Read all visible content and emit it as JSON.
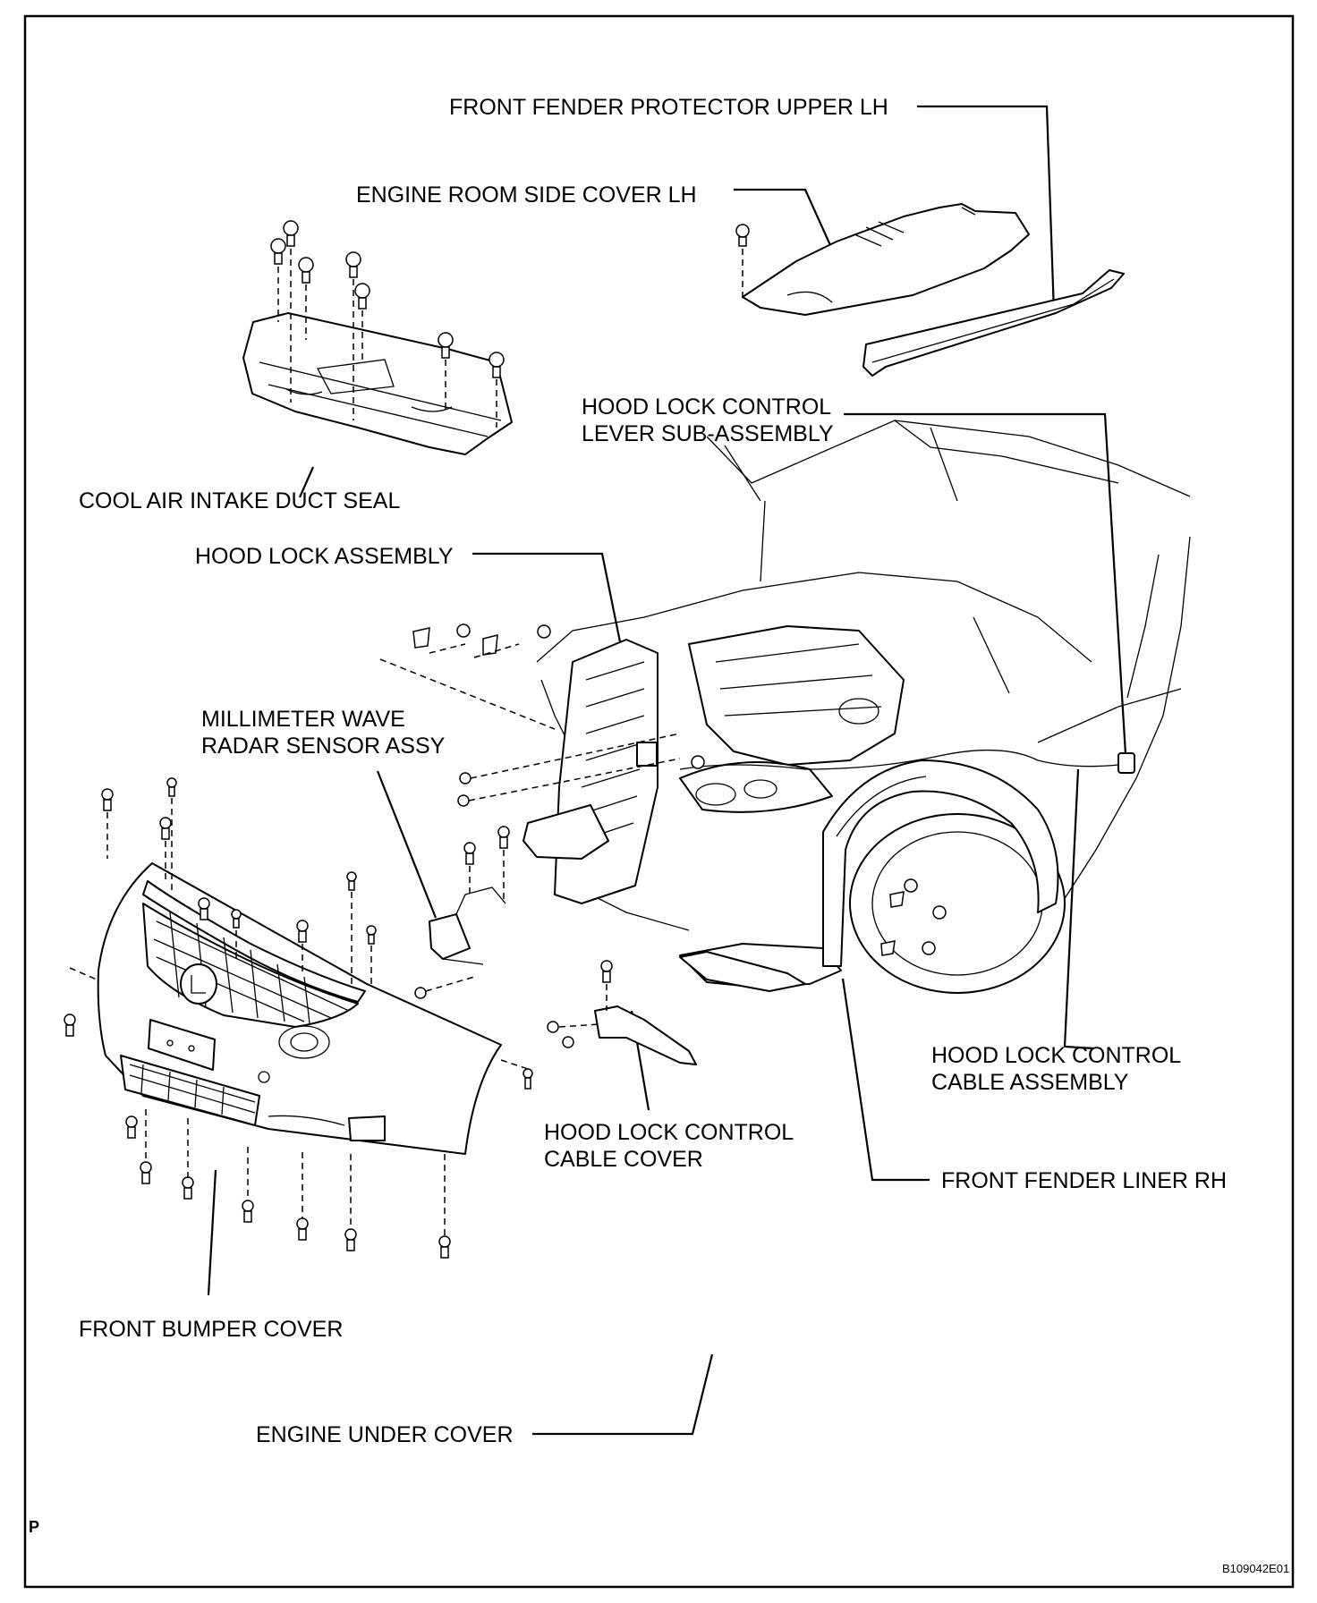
{
  "labels": {
    "front_fender_protector_upper_lh": "FRONT FENDER PROTECTOR UPPER LH",
    "engine_room_side_cover_lh": "ENGINE ROOM SIDE COVER LH",
    "hood_lock_control_lever_1": "HOOD LOCK CONTROL",
    "hood_lock_control_lever_2": "LEVER SUB-ASSEMBLY",
    "cool_air_intake_duct_seal": "COOL AIR INTAKE DUCT SEAL",
    "hood_lock_assembly": "HOOD LOCK ASSEMBLY",
    "millimeter_wave_1": "MILLIMETER WAVE",
    "millimeter_wave_2": "RADAR SENSOR ASSY",
    "hood_lock_control_cable_1": "HOOD LOCK CONTROL",
    "hood_lock_control_cable_2": "CABLE ASSEMBLY",
    "hood_lock_cable_cover_1": "HOOD LOCK CONTROL",
    "hood_lock_cable_cover_2": "CABLE COVER",
    "front_fender_liner_rh": "FRONT FENDER LINER RH",
    "front_bumper_cover": "FRONT BUMPER COVER",
    "engine_under_cover": "ENGINE UNDER COVER"
  },
  "corner_mark": "P",
  "figure_code": "B109042E01",
  "colors": {
    "ink": "#000000",
    "paper": "#ffffff"
  }
}
